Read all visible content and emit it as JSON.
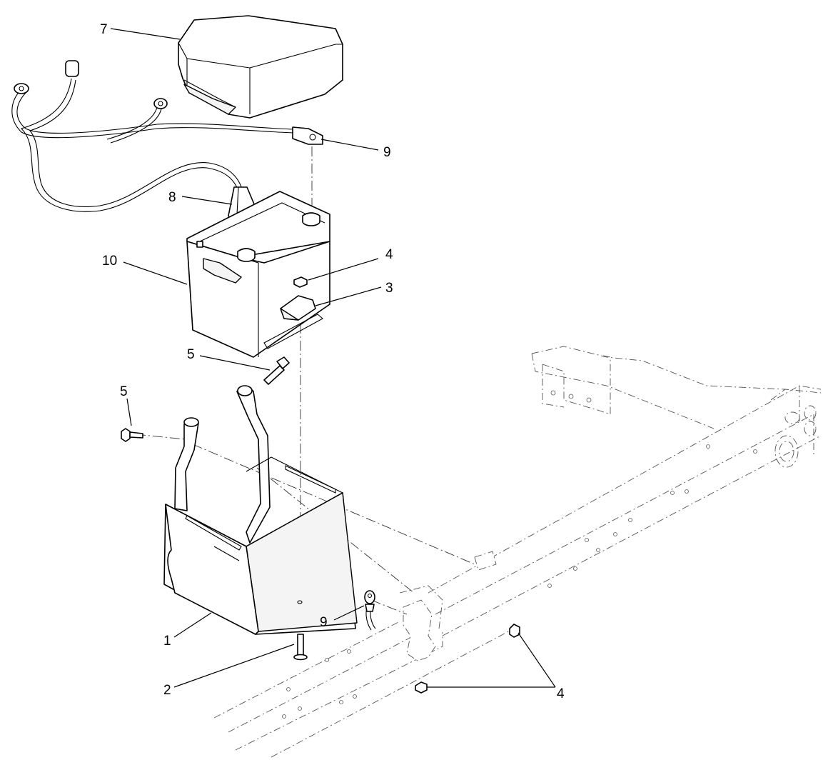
{
  "callouts": {
    "c7": "7",
    "c9_top": "9",
    "c8": "8",
    "c10": "10",
    "c4_top": "4",
    "c3": "3",
    "c5_upper": "5",
    "c5_left": "5",
    "c1": "1",
    "c2": "2",
    "c9_bottom": "9",
    "c4_bottom": "4"
  }
}
